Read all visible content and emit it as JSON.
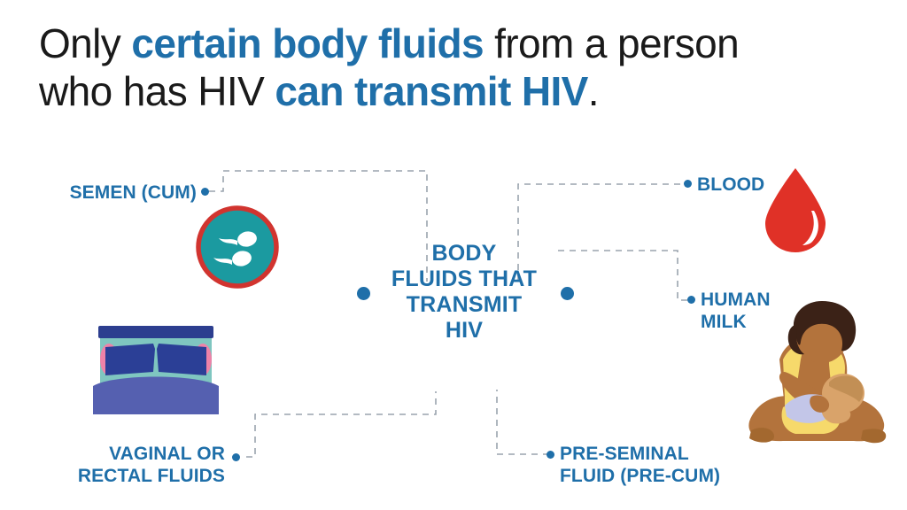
{
  "headline": {
    "line1_plain_a": "Only ",
    "line1_bold": "certain body fluids",
    "line1_plain_b": " from a person",
    "line2_plain_a": "who has HIV ",
    "line2_bold": "can transmit HIV",
    "line2_plain_b": "."
  },
  "center": {
    "label": "BODY\nFLUIDS THAT\nTRANSMIT\nHIV"
  },
  "nodes": {
    "semen": {
      "label": "SEMEN (CUM)",
      "icon": "sperm-circle-icon"
    },
    "blood": {
      "label": "BLOOD",
      "icon": "blood-drop-icon"
    },
    "human_milk": {
      "label": "HUMAN\nMILK",
      "icon": "breastfeeding-icon"
    },
    "vaginal_rectal": {
      "label": "VAGINAL OR\nRECTAL FLUIDS",
      "icon": "bed-icon"
    },
    "pre_seminal": {
      "label": "PRE-SEMINAL\nFLUID (PRE-CUM)",
      "icon": "none"
    }
  },
  "colors": {
    "brand_blue": "#1F6FA9",
    "headline_black": "#1a1a1a",
    "teal": "#1B9AA0",
    "red_ring": "#D1342F",
    "blood_red": "#E03127",
    "background": "#FFFFFF",
    "connector_gray": "#9aa4ae",
    "bed_headboard": "#2C3E8F",
    "bed_wall": "#7FC6C0",
    "pillow": "#2B3F96",
    "pillow_edge": "#EE82A8",
    "blanket": "#5560B0",
    "skin": "#B3733C",
    "hair": "#3B2217",
    "top_yellow": "#F6D96B",
    "baby_blanket": "#C3C6E8"
  }
}
